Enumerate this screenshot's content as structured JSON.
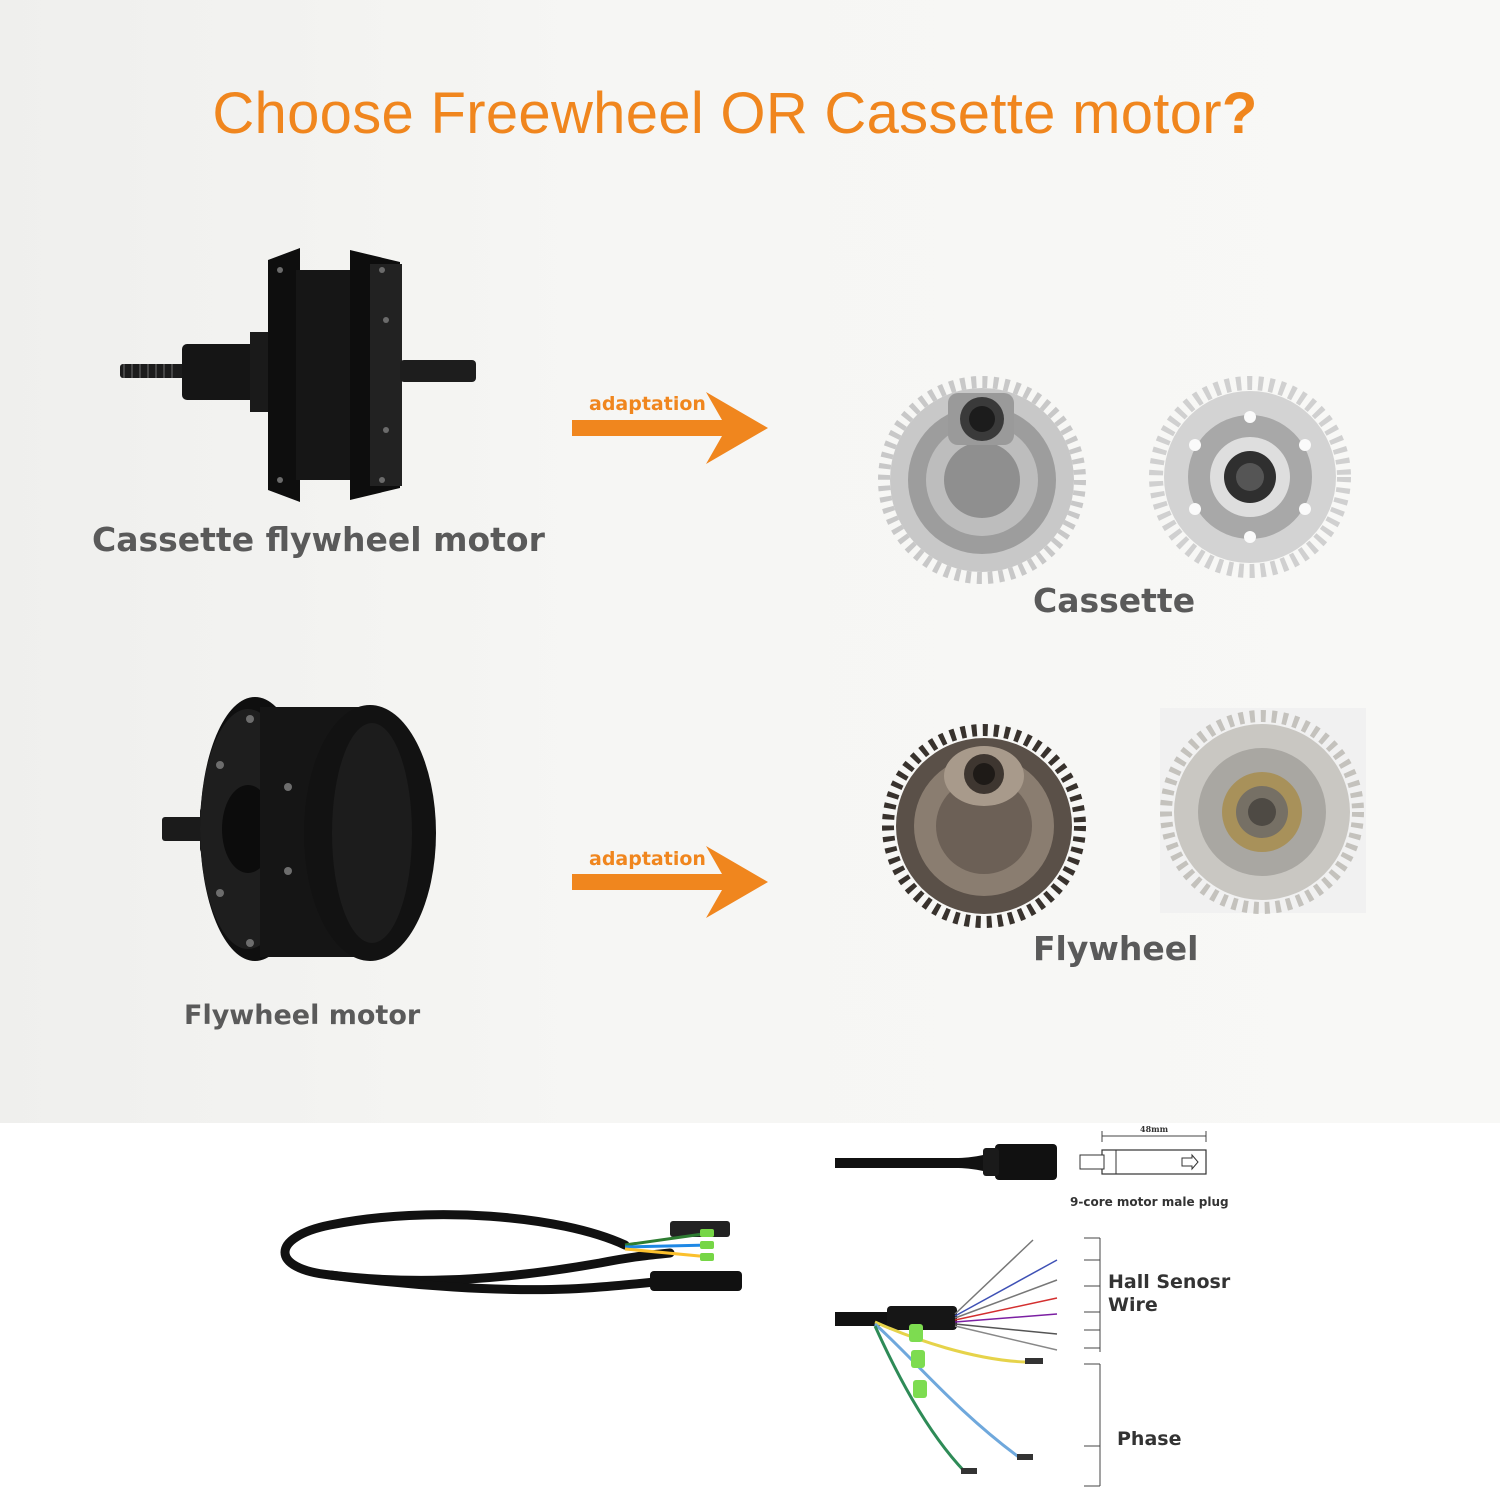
{
  "page": {
    "title_text": "Choose Freewheel OR Cassette motor",
    "title_mark": "?",
    "accent_color": "#f0861e"
  },
  "row_cassette": {
    "motor_label": "Cassette flywheel motor",
    "arrow_label": "adaptation",
    "part_label": "Cassette"
  },
  "row_flywheel": {
    "motor_label": "Flywheel motor",
    "arrow_label": "adaptation",
    "part_label": "Flywheel"
  },
  "wiring": {
    "plug_dimension": "48mm",
    "plug_label": "9-core motor male plug",
    "hall_label_line1": "Hall Senosr",
    "hall_label_line2": "Wire",
    "phase_label": "Phase"
  }
}
